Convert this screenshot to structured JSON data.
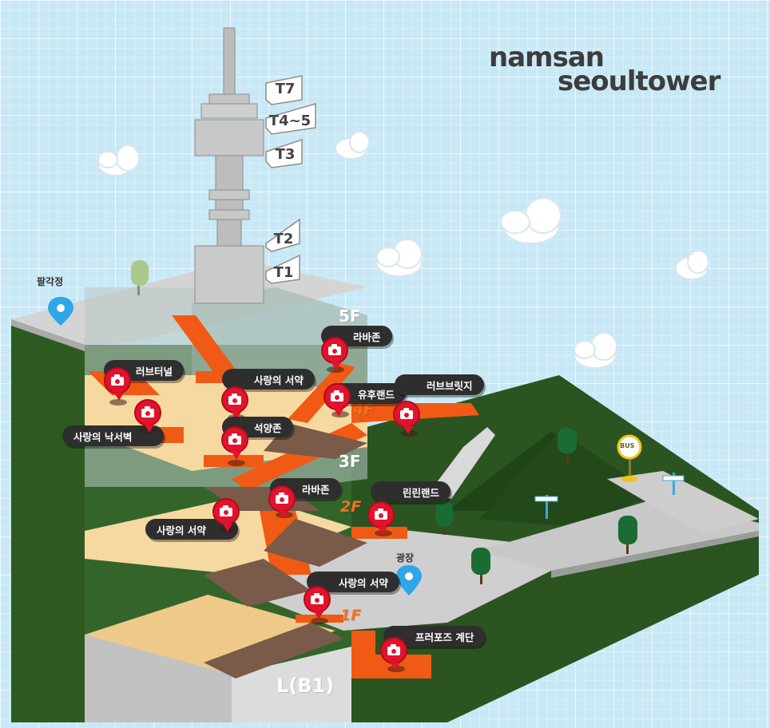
{
  "logo": {
    "line1": "namsan",
    "line2": "seoultower"
  },
  "tower_levels": [
    "T7",
    "T4~5",
    "T3",
    "T2",
    "T1"
  ],
  "floors": {
    "f5": "5F",
    "f4": "4F",
    "f3": "3F",
    "f2": "2F",
    "f1": "1F",
    "lb1": "L(B1)"
  },
  "places": {
    "palgakjeong": "팔각정",
    "plaza": "광장"
  },
  "bus_sign": "BUS",
  "photo_spots": [
    "러브터널",
    "사랑의 낙서벽",
    "사랑의 서약",
    "석양존",
    "라바존",
    "유후랜드",
    "러브브릿지",
    "라바존",
    "사랑의 서약",
    "린린랜드",
    "사랑의 서약",
    "프러포즈 계단"
  ],
  "colors": {
    "sky": "#c9e8f6",
    "grass": "#2f5a23",
    "stairs": "#f05a14",
    "camera_pin": "#e2132b",
    "sand": "#f6d9a0",
    "location_pin": "#2ea6e8"
  }
}
